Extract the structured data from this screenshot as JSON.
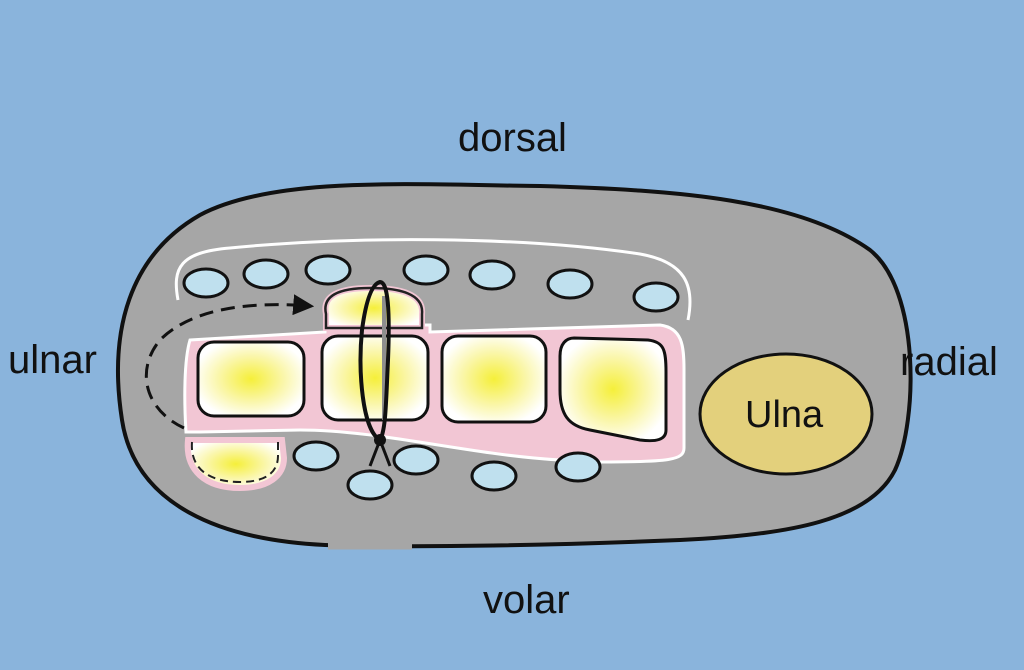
{
  "labels": {
    "dorsal": "dorsal",
    "volar": "volar",
    "ulnar": "ulnar",
    "radial": "radial",
    "ulna": "Ulna"
  },
  "colors": {
    "background": "#8ab4dc",
    "outline_fill": "#a6a6a6",
    "tendon_fill": "#f2c6d4",
    "vessel_fill": "#bfe0ee",
    "bone_fill": "#e3d07c",
    "yellow_core": "#f5ef3a"
  }
}
